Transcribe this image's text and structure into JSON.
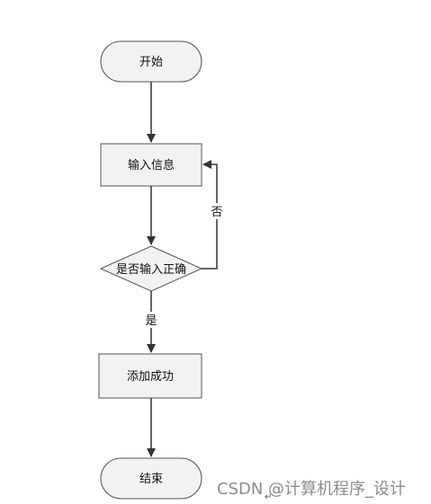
{
  "diagram": {
    "nodes": {
      "start": "开始",
      "input": "输入信息",
      "decision": "是否输入正确",
      "success": "添加成功",
      "end": "结束"
    },
    "edges": {
      "yes": "是",
      "no": "否"
    }
  },
  "watermark": "CSDN @计算机程序_设计",
  "return_mark": "↵",
  "colors": {
    "node_fill": "#f2f2f2",
    "node_stroke": "#555555",
    "edge_stroke": "#333333"
  }
}
